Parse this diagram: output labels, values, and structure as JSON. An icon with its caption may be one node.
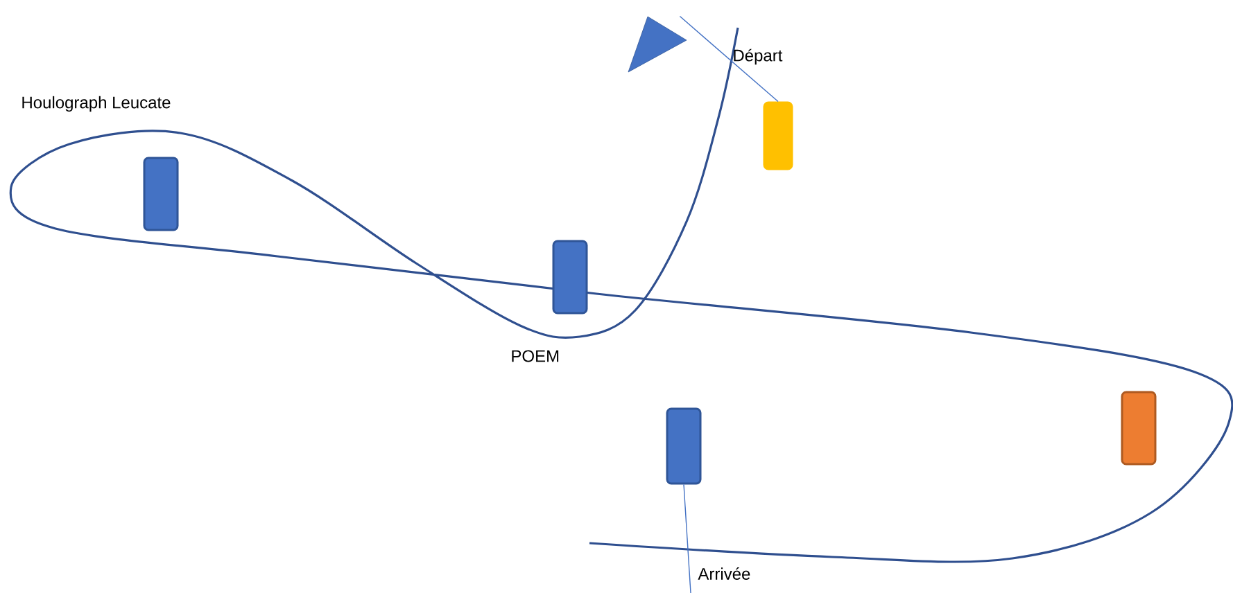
{
  "diagram": {
    "nodes": [
      {
        "text": [],
        "shape": "triangle"
      },
      {
        "text": [],
        "shape": "box"
      },
      {
        "text": [],
        "shape": "box",
        "beside": [
          "Houlograph Leucate"
        ]
      },
      {
        "text": [],
        "shape": "box",
        "beside": [
          "POEM"
        ]
      },
      {
        "text": [],
        "shape": "box"
      },
      {
        "text": [],
        "shape": "box"
      }
    ],
    "edges": [
      {
        "from": 0,
        "to": 1,
        "arrow": "none",
        "label": "Départ"
      },
      {
        "from": 4,
        "to": null,
        "arrow": "none",
        "label": "Arrivée"
      }
    ]
  }
}
